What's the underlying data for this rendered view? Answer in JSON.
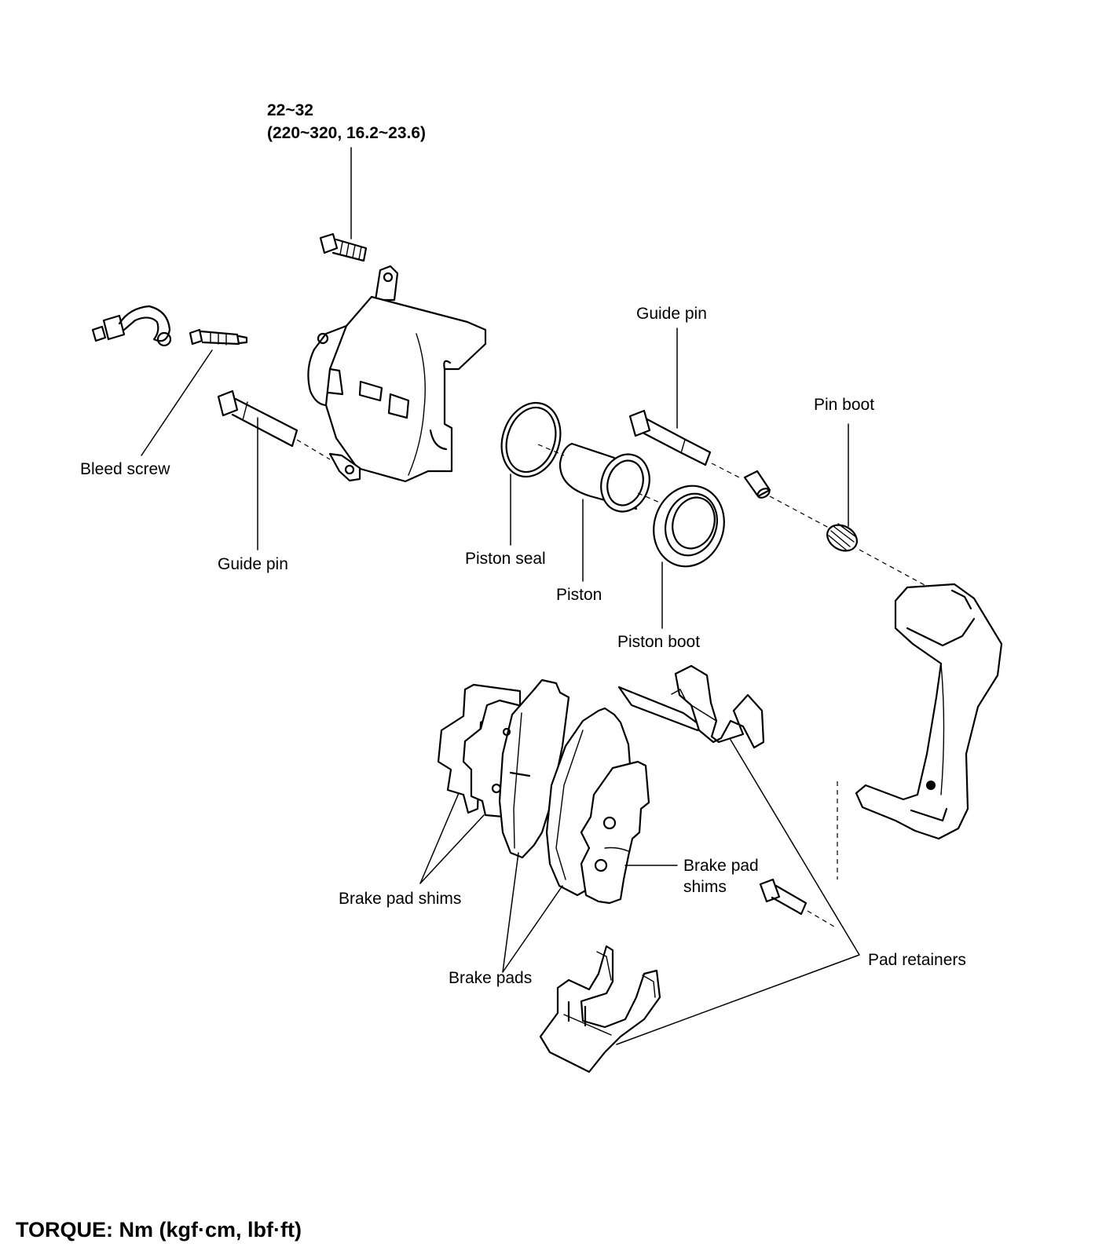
{
  "torque_spec": {
    "value": "22~32",
    "alt_units": "(220~320, 16.2~23.6)"
  },
  "labels": {
    "bleed_screw": "Bleed screw",
    "guide_pin_left": "Guide pin",
    "guide_pin_right": "Guide pin",
    "pin_boot": "Pin boot",
    "piston_seal": "Piston seal",
    "piston": "Piston",
    "piston_boot": "Piston boot",
    "brake_pad_shims_left": "Brake pad shims",
    "brake_pad_shims_right_line1": "Brake pad",
    "brake_pad_shims_right_line2": "shims",
    "brake_pads": "Brake pads",
    "pad_retainers": "Pad retainers"
  },
  "footer": {
    "torque_units": "TORQUE: Nm (kgf·cm, lbf·ft)"
  }
}
